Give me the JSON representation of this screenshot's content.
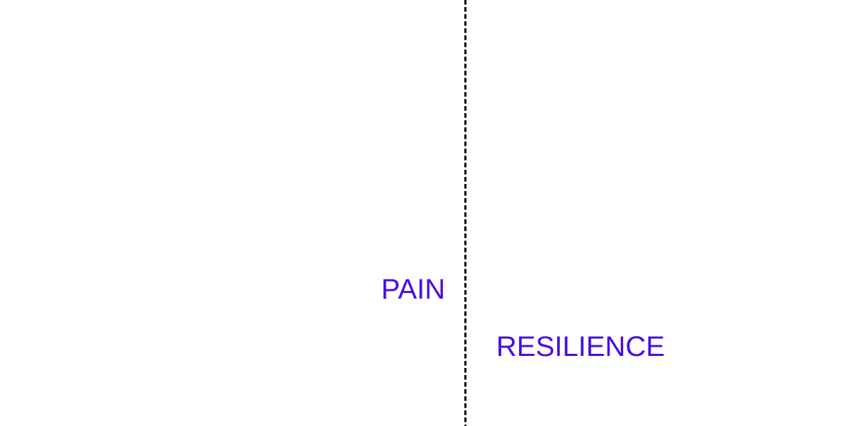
{
  "canvas": {
    "background": "#ffffff"
  },
  "divider": {
    "style": "dashed",
    "orientation": "vertical",
    "color": "#000000"
  },
  "labels": {
    "pain": {
      "text": "PAIN",
      "color": "#480DE4",
      "side": "left-of-divider"
    },
    "resilience": {
      "text": "RESILIENCE",
      "color": "#480DE4",
      "side": "right-of-divider"
    }
  }
}
